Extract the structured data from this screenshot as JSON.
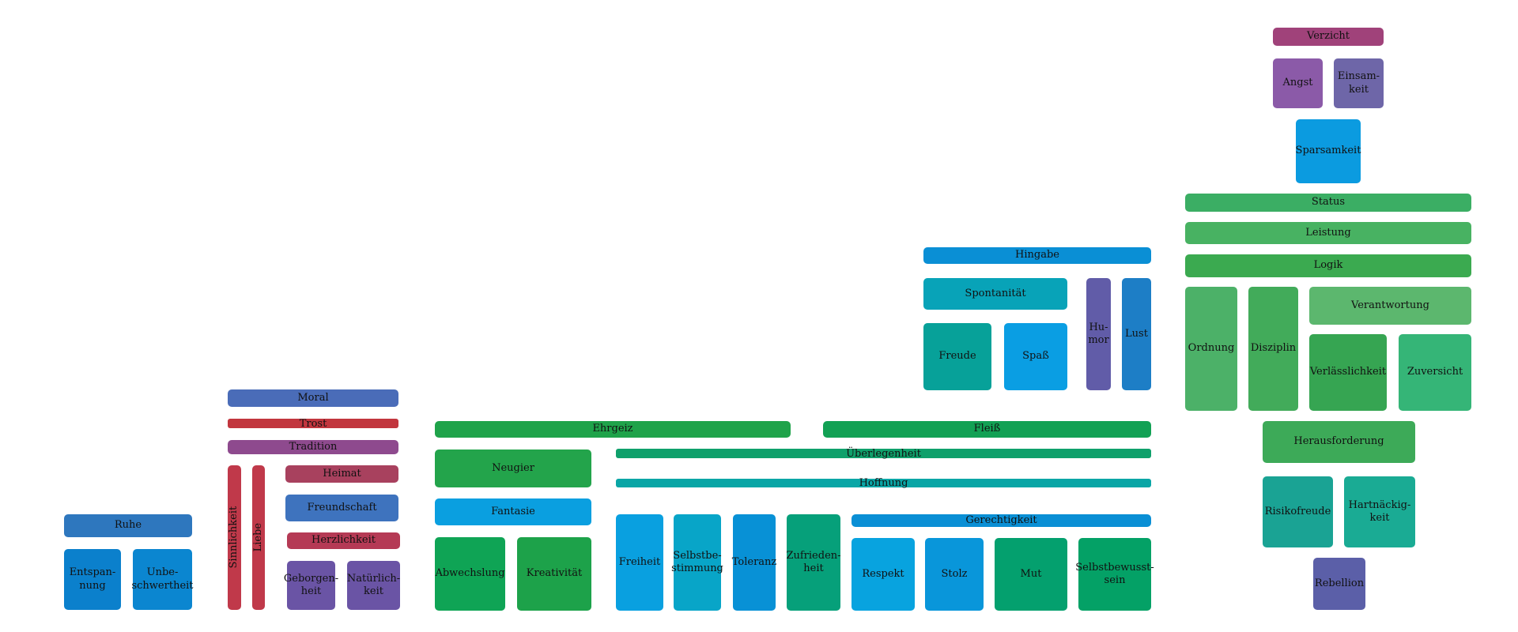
{
  "boxes": {
    "verzicht": {
      "label": "Verzicht",
      "color": "#A0427A"
    },
    "angst": {
      "label": "Angst",
      "color": "#8B5AA8"
    },
    "einsamkeit": {
      "label": "Einsam-\nkeit",
      "color": "#6E66A8"
    },
    "sparsamkeit": {
      "label": "Sparsamkeit",
      "color": "#0B9BE0"
    },
    "status": {
      "label": "Status",
      "color": "#3BAE64"
    },
    "leistung": {
      "label": "Leistung",
      "color": "#48B262"
    },
    "logik": {
      "label": "Logik",
      "color": "#3BAA50"
    },
    "ordnung": {
      "label": "Ordnung",
      "color": "#4CB168"
    },
    "disziplin": {
      "label": "Disziplin",
      "color": "#42AB5A"
    },
    "verantwortung": {
      "label": "Verantwortung",
      "color": "#5CB76E"
    },
    "verlaesslichkeit": {
      "label": "Verlässlichkeit",
      "color": "#36A552"
    },
    "zuversicht": {
      "label": "Zuversicht",
      "color": "#35B577"
    },
    "herausforderung": {
      "label": "Herausforderung",
      "color": "#3DAA58"
    },
    "risikofreude": {
      "label": "Risikofreude",
      "color": "#1AA394"
    },
    "hartnaeckigkeit": {
      "label": "Hartnäckig-\nkeit",
      "color": "#1AAB94"
    },
    "rebellion": {
      "label": "Rebellion",
      "color": "#5B5FA8"
    },
    "hingabe": {
      "label": "Hingabe",
      "color": "#0A8FD5"
    },
    "spontanitaet": {
      "label": "Spontanität",
      "color": "#08A3B8"
    },
    "humor": {
      "label": "Hu-\nmor",
      "color": "#615CA8"
    },
    "lust": {
      "label": "Lust",
      "color": "#1D7EC6"
    },
    "freude": {
      "label": "Freude",
      "color": "#07A199"
    },
    "spass": {
      "label": "Spaß",
      "color": "#0A9EE3"
    },
    "ehrgeiz": {
      "label": "Ehrgeiz",
      "color": "#1FA34A"
    },
    "fleiss": {
      "label": "Fleiß",
      "color": "#12A154"
    },
    "ueberlegenheit": {
      "label": "Überlegenheit",
      "color": "#0FA06B"
    },
    "hoffnung": {
      "label": "Hoffnung",
      "color": "#0AA6A6"
    },
    "neugier": {
      "label": "Neugier",
      "color": "#23A44B"
    },
    "fantasie": {
      "label": "Fantasie",
      "color": "#0A9FE0"
    },
    "abwechslung": {
      "label": "Abwechslung",
      "color": "#0FA455"
    },
    "kreativitaet": {
      "label": "Kreativität",
      "color": "#1DA24A"
    },
    "freiheit": {
      "label": "Freiheit",
      "color": "#09A0E0"
    },
    "selbstbestimmung": {
      "label": "Selbstbe-\nstimmung",
      "color": "#08A5C8"
    },
    "toleranz": {
      "label": "Toleranz",
      "color": "#0891D6"
    },
    "zufriedenheit": {
      "label": "Zufrieden-\nheit",
      "color": "#06A07A"
    },
    "gerechtigkeit": {
      "label": "Gerechtigkeit",
      "color": "#0A8FD5"
    },
    "respekt": {
      "label": "Respekt",
      "color": "#08A3DF"
    },
    "stolz": {
      "label": "Stolz",
      "color": "#0996DA"
    },
    "mut": {
      "label": "Mut",
      "color": "#04A06E"
    },
    "selbstbewusstsein": {
      "label": "Selbstbewusst-\nsein",
      "color": "#04A166"
    },
    "moral": {
      "label": "Moral",
      "color": "#4A6CB8"
    },
    "trost": {
      "label": "Trost",
      "color": "#C2363E"
    },
    "tradition": {
      "label": "Tradition",
      "color": "#8E4A8E"
    },
    "sinnlichkeit": {
      "label": "Sinnlichkeit",
      "color": "#C0394A"
    },
    "liebe": {
      "label": "Liebe",
      "color": "#C0394A"
    },
    "heimat": {
      "label": "Heimat",
      "color": "#A8415E"
    },
    "freundschaft": {
      "label": "Freundschaft",
      "color": "#3E73BE"
    },
    "herzlichkeit": {
      "label": "Herzlichkeit",
      "color": "#B53A55"
    },
    "geborgenheit": {
      "label": "Geborgen-\nheit",
      "color": "#6A54A5"
    },
    "natuerlichkeit": {
      "label": "Natürlich-\nkeit",
      "color": "#6A54A5"
    },
    "ruhe": {
      "label": "Ruhe",
      "color": "#2E77BE"
    },
    "entspannung": {
      "label": "Entspan-\nnung",
      "color": "#0B80CC"
    },
    "unbeschwertheit": {
      "label": "Unbe-\nschwertheit",
      "color": "#0B86D0"
    }
  }
}
